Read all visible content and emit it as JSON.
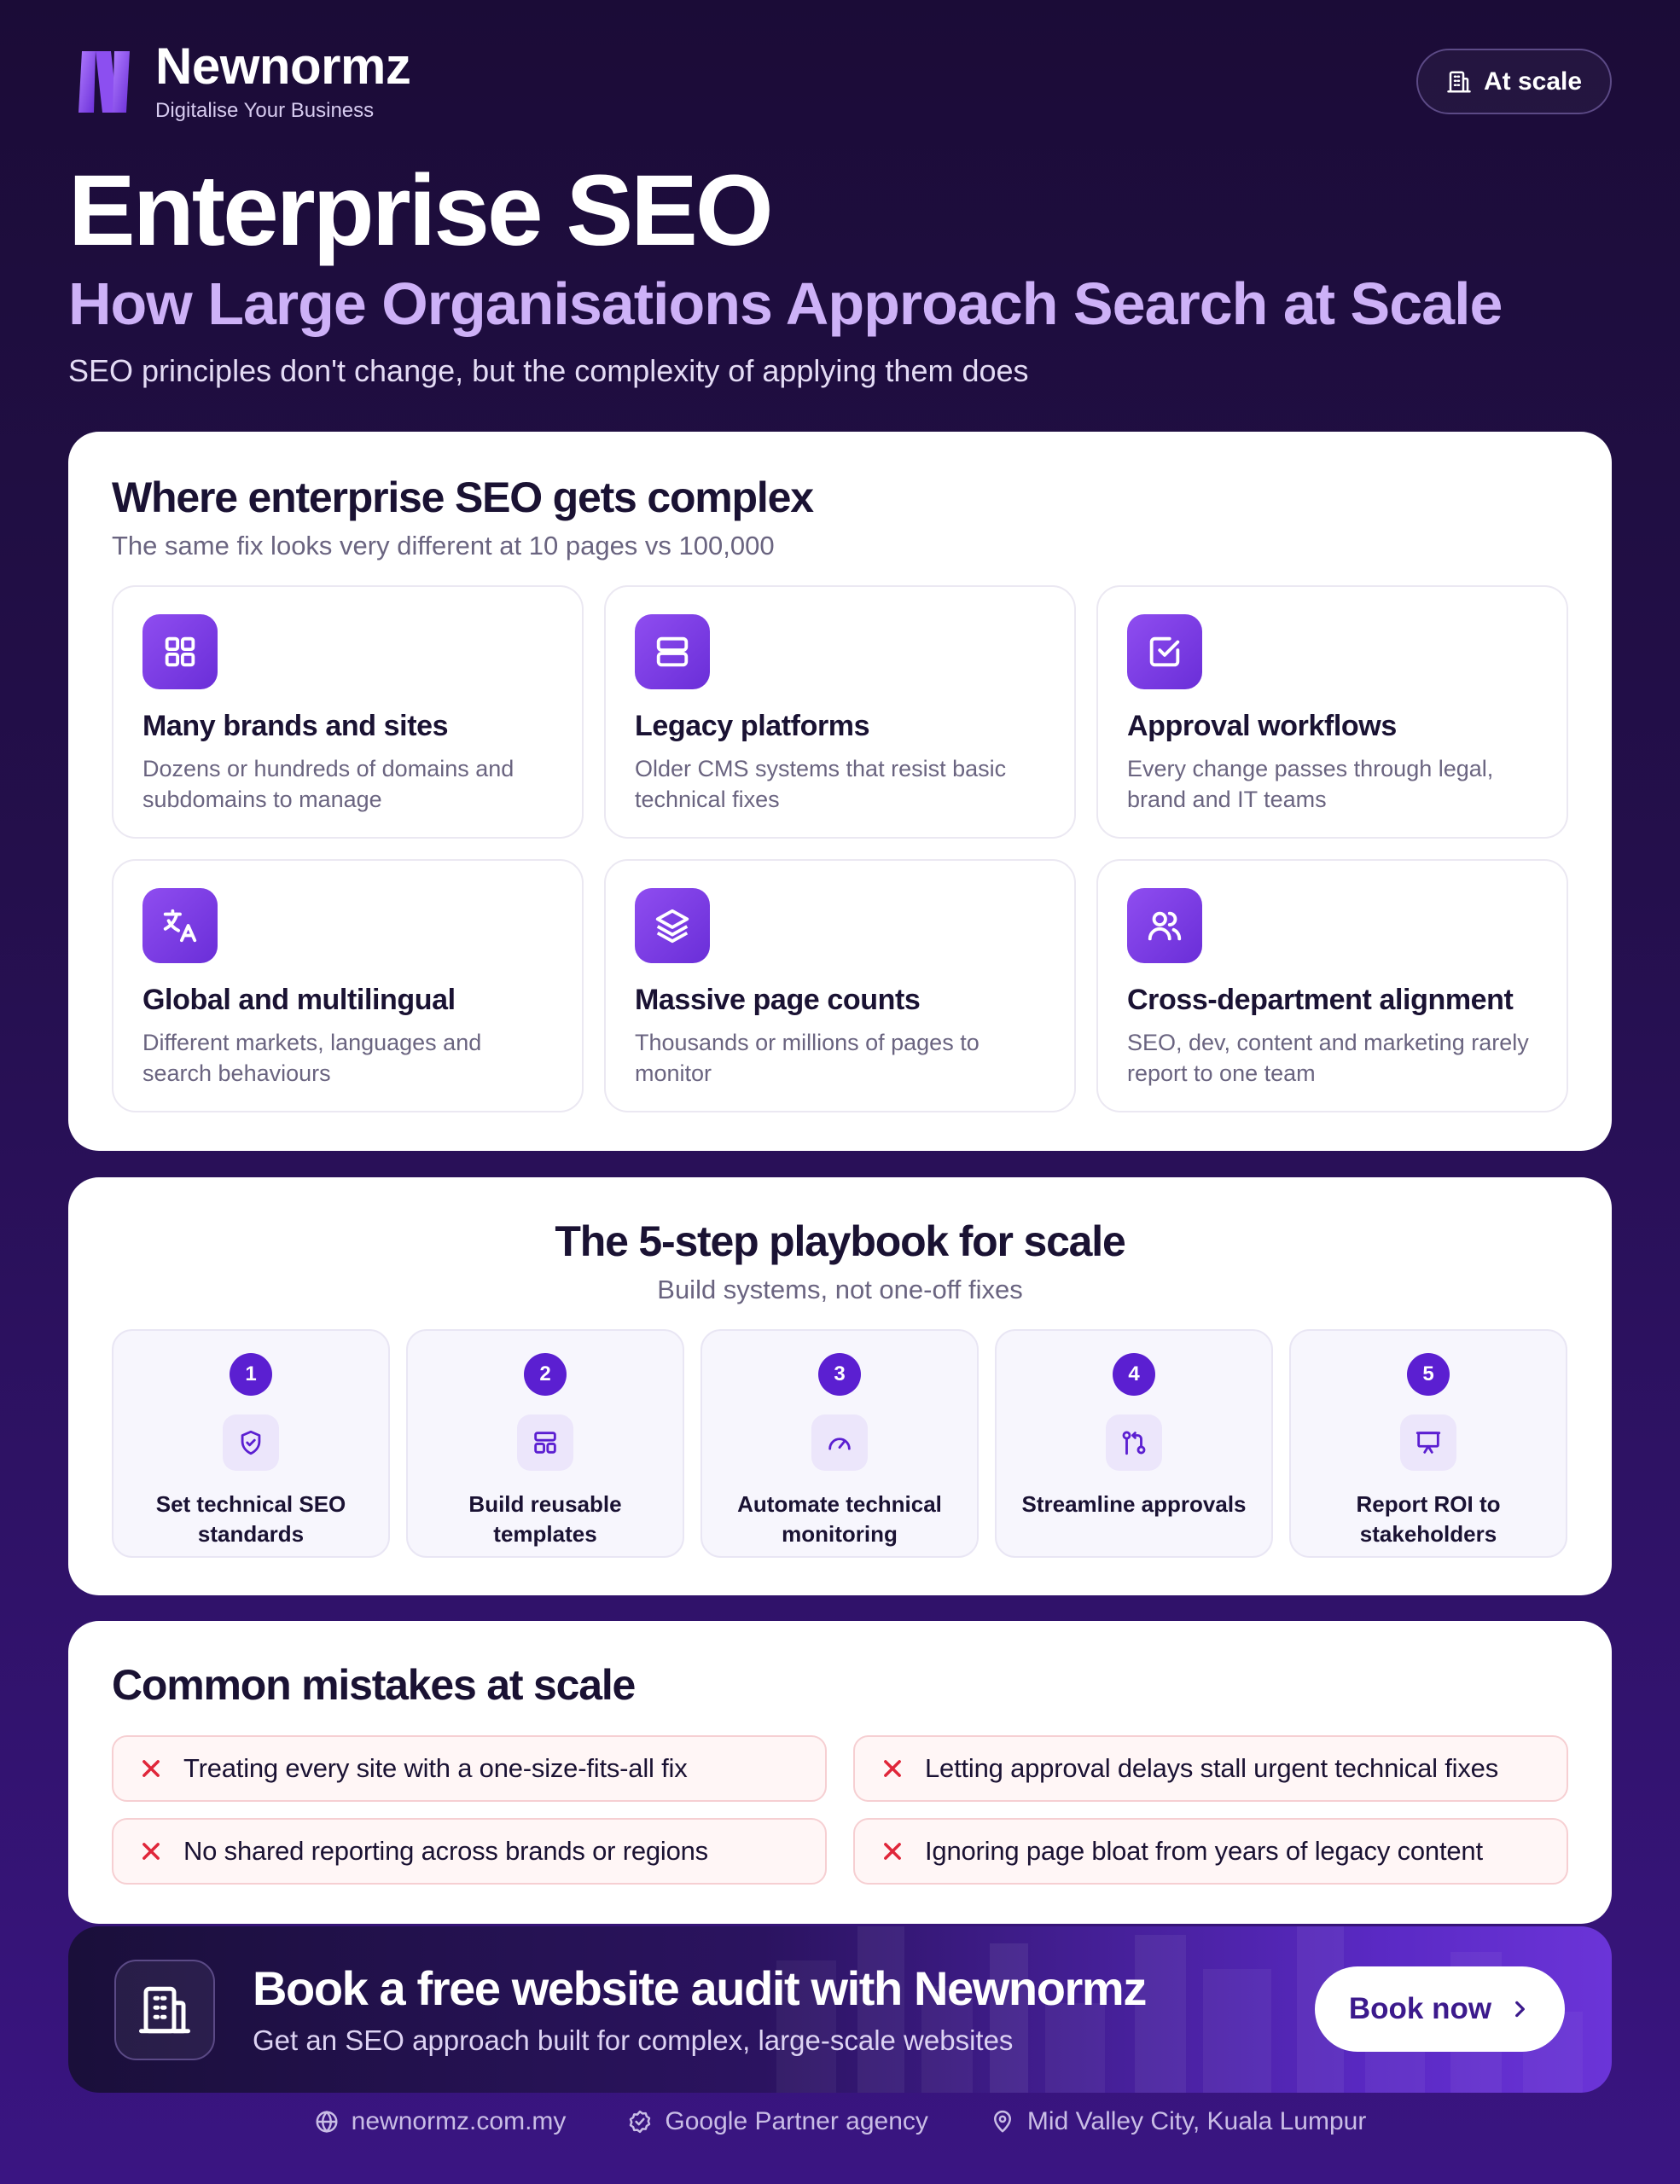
{
  "brand": {
    "name": "Newnormz",
    "tagline": "Digitalise Your Business",
    "logo_icon": "n-logo-icon"
  },
  "header": {
    "badge_label": "At scale",
    "badge_icon": "building-icon"
  },
  "hero": {
    "title": "Enterprise SEO",
    "subtitle": "How Large Organisations Approach Search at Scale",
    "description": "SEO principles don't change, but the complexity of applying them does"
  },
  "complexity": {
    "title": "Where enterprise SEO gets complex",
    "subtitle": "The same fix looks very different at 10 pages vs 100,000",
    "items": [
      {
        "icon": "grid-icon",
        "title": "Many brands and sites",
        "desc": "Dozens or hundreds of domains and subdomains to manage"
      },
      {
        "icon": "server-icon",
        "title": "Legacy platforms",
        "desc": "Older CMS systems that resist basic technical fixes"
      },
      {
        "icon": "checkbox-icon",
        "title": "Approval workflows",
        "desc": "Every change passes through legal, brand and IT teams"
      },
      {
        "icon": "translate-icon",
        "title": "Global and multilingual",
        "desc": "Different markets, languages and search behaviours"
      },
      {
        "icon": "layers-icon",
        "title": "Massive page counts",
        "desc": "Thousands or millions of pages to monitor"
      },
      {
        "icon": "users-icon",
        "title": "Cross-department alignment",
        "desc": "SEO, dev, content and marketing rarely report to one team"
      }
    ]
  },
  "playbook": {
    "title": "The 5-step playbook for scale",
    "subtitle": "Build systems, not one-off fixes",
    "steps": [
      {
        "number": "1",
        "icon": "shield-check-icon",
        "label": "Set technical SEO standards"
      },
      {
        "number": "2",
        "icon": "template-icon",
        "label": "Build reusable templates"
      },
      {
        "number": "3",
        "icon": "gauge-icon",
        "label": "Automate technical monitoring"
      },
      {
        "number": "4",
        "icon": "git-pull-icon",
        "label": "Streamline approvals"
      },
      {
        "number": "5",
        "icon": "presentation-icon",
        "label": "Report ROI to stakeholders"
      }
    ]
  },
  "mistakes": {
    "title": "Common mistakes at scale",
    "items": [
      "Treating every site with a one-size-fits-all fix",
      "Letting approval delays stall urgent technical fixes",
      "No shared reporting across brands or regions",
      "Ignoring page bloat from years of legacy content"
    ]
  },
  "cta": {
    "title": "Book a free website audit with Newnormz",
    "subtitle": "Get an SEO approach built for complex, large-scale websites",
    "button_label": "Book now",
    "icon": "building-icon"
  },
  "footer": {
    "items": [
      {
        "icon": "globe-icon",
        "label": "newnormz.com.my"
      },
      {
        "icon": "badge-check-icon",
        "label": "Google Partner agency"
      },
      {
        "icon": "map-pin-icon",
        "label": "Mid Valley City, Kuala Lumpur"
      }
    ]
  },
  "colors": {
    "background_top": "#1b0c37",
    "background_bottom": "#3a1582",
    "accent_purple": "#6a2ed8",
    "accent_light": "#cdb1f7",
    "mistake_red": "#e0263a",
    "text_dark": "#1a1233"
  }
}
